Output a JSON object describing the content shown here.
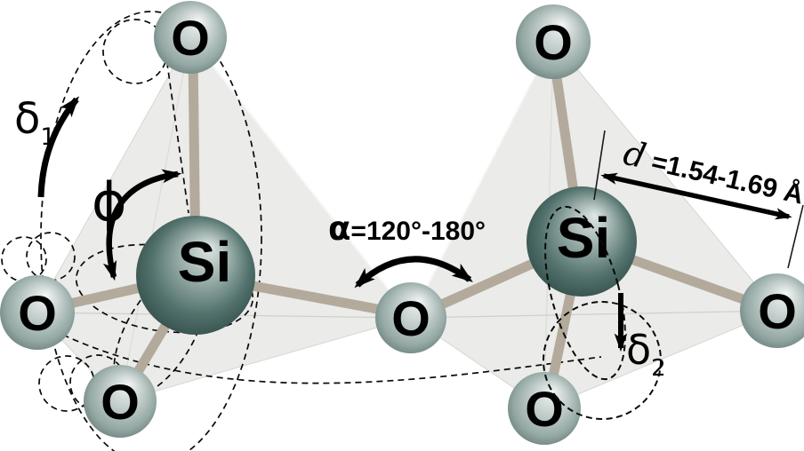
{
  "atoms": {
    "silicon_label": "Si",
    "oxygen_label": "O"
  },
  "annotations": {
    "delta1": {
      "symbol": "δ",
      "sub": "1"
    },
    "phi": {
      "symbol": "ϕ"
    },
    "alpha": {
      "symbol": "α",
      "value": "=120°-180°"
    },
    "distance": {
      "symbol": "d",
      "value": " =1.54-1.69 Å"
    },
    "delta2": {
      "symbol": "δ",
      "sub": "2"
    }
  },
  "colors": {
    "background": "#ffffff",
    "tetrahedron_face": "#ebebe9",
    "face_edge": "#d6d6d2",
    "bond": "#b3aa9c",
    "silicon_light": "#dfe7e5",
    "silicon_dark": "#29433f",
    "oxygen_light": "#f2f5f4",
    "oxygen_dark": "#5b716d",
    "annotation_ink": "#000000"
  }
}
